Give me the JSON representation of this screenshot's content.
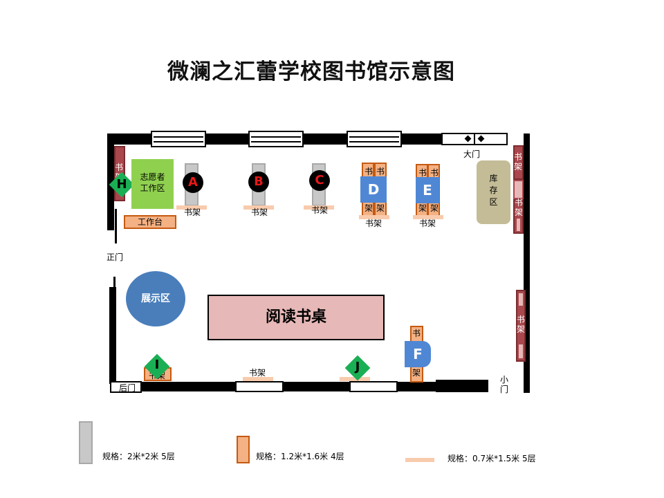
{
  "title": "微澜之汇蕾学校图书馆示意图",
  "labels": {
    "big_door": "大门",
    "main_door": "正门",
    "back_door": "后门",
    "small_door_line1": "小",
    "small_door_line2": "门",
    "volunteer_line1": "志愿者",
    "volunteer_line2": "工作区",
    "workbench": "工作台",
    "storage_line1": "库",
    "storage_line2": "存",
    "storage_line3": "区",
    "exhibition": "展示区",
    "reading_desk": "阅读书桌",
    "bookshelf": "书架",
    "shu": "书",
    "jia": "架"
  },
  "markers": {
    "A": "A",
    "B": "B",
    "C": "C",
    "D": "D",
    "E": "E",
    "F": "F",
    "H": "H",
    "I": "I",
    "J": "J"
  },
  "legend": [
    {
      "spec": "规格：2米*2米  5层"
    },
    {
      "spec": "规格：1.2米*1.6米  4层"
    },
    {
      "spec": "规格：0.7米*1.5米  5层"
    }
  ],
  "colors": {
    "volunteer_area": "#8fd14f",
    "storage_area": "#c4bc96",
    "exhibition_area": "#4a7ebb",
    "reading_desk": "#e6b8b7",
    "marker_blue": "#4f87d5",
    "marker_green": "#1aaf54",
    "marker_red_text": "#e81818"
  }
}
